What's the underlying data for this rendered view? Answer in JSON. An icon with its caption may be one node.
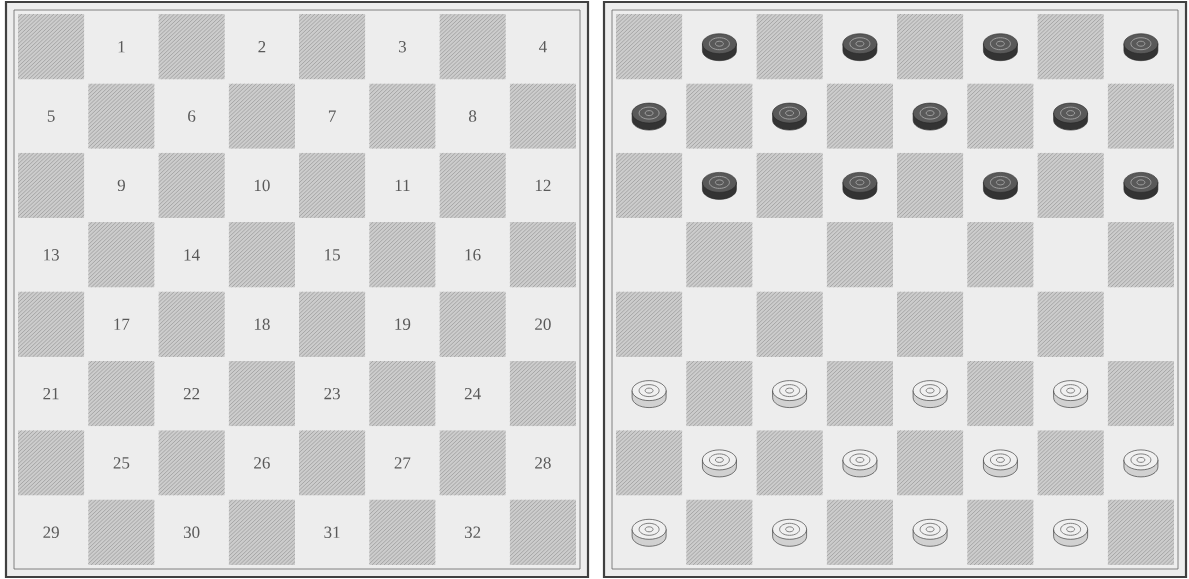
{
  "diagram": {
    "labels": [
      "1",
      "2",
      "3",
      "4",
      "5",
      "6",
      "7",
      "8",
      "9",
      "10",
      "11",
      "12",
      "13",
      "14",
      "15",
      "16",
      "17",
      "18",
      "19",
      "20",
      "21",
      "22",
      "23",
      "24",
      "25",
      "26",
      "27",
      "28",
      "29",
      "30",
      "31",
      "32"
    ]
  }
}
